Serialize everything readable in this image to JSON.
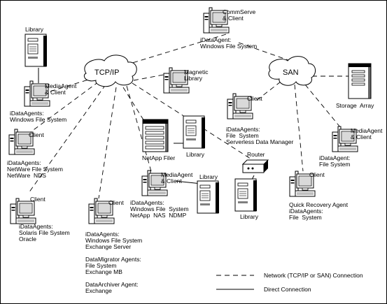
{
  "networks": {
    "tcpip": "TCP/IP",
    "san": "SAN"
  },
  "nodes": {
    "commserve": {
      "title": "CommServe\n& Client",
      "agents": "iDataAgent:\nWindows File System"
    },
    "library_tl": {
      "title": "Library"
    },
    "mediaagent_left": {
      "title": "MediaAgent\n& Client",
      "agents": "iDataAgents:\nWindows File System"
    },
    "magnetic_library": {
      "title": "Magnetic\nLibrary"
    },
    "client_netware": {
      "title": "Client",
      "agents": "iDataAgents:\nNetWare File System\nNetWare  NDS"
    },
    "netapp_filer": {
      "title": "NetApp Filer"
    },
    "library_center": {
      "title": "Library"
    },
    "client_serverless": {
      "title": "Client",
      "agents": "iDataAgents:\nFile  System\nServerless Data Manager"
    },
    "storage_array": {
      "title": "Storage  Array"
    },
    "mediaagent_right": {
      "title": "MediaAgent\n& Client",
      "agents": "iDataAgent:\nFile System"
    },
    "router": {
      "title": "Router"
    },
    "mediaagent_center": {
      "title": "MediaAgent\n& Client",
      "agents": "iDataAgents:\nWindows File  System\nNetApp  NAS  NDMP"
    },
    "library_mid": {
      "title": "Library"
    },
    "library_router": {
      "title": "Library"
    },
    "client_qr": {
      "title": "Client",
      "agents": "Quick Recovery Agent\niDataAgents:\nFile  System"
    },
    "client_solaris": {
      "title": "Client",
      "agents": "iDataAgents:\nSolaris File System\nOracle"
    },
    "client_exchange": {
      "title": "Client",
      "agents": "iDataAgents:\nWindows File System\nExchange Server",
      "migrator": "DataMigrator Agents:\nFile System\nExchange MB",
      "archiver": "DataArchiver Agent:\nExchange"
    }
  },
  "legend": {
    "network": "Network (TCP/IP or SAN) Connection",
    "direct": "Direct Connection"
  }
}
